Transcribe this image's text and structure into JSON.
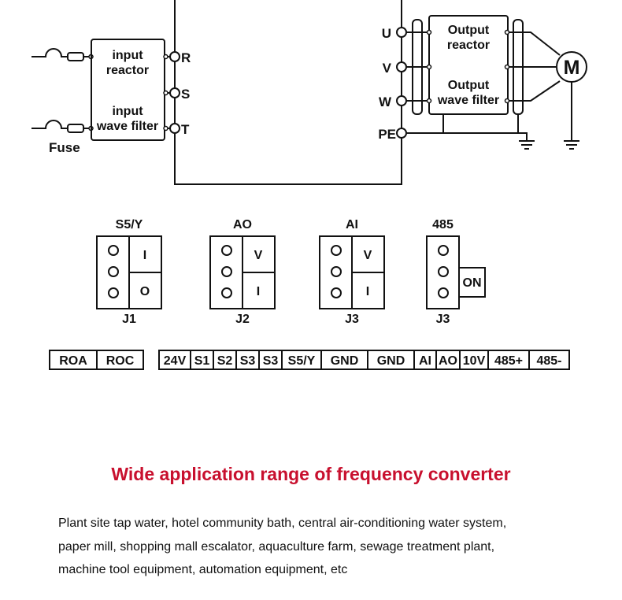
{
  "diagram": {
    "input_side": {
      "fuse_label": "Fuse",
      "box_labels": [
        "input",
        "reactor",
        "input",
        "wave filter"
      ],
      "terminals": [
        "R",
        "S",
        "T"
      ]
    },
    "output_side": {
      "terminals": [
        "U",
        "V",
        "W",
        "PE"
      ],
      "box_labels": [
        "Output",
        "reactor",
        "Output",
        "wave filter"
      ],
      "motor_label": "M"
    },
    "jumpers": [
      {
        "title": "S5/Y",
        "id": "J1",
        "cells": [
          "I",
          "O"
        ]
      },
      {
        "title": "AO",
        "id": "J2",
        "cells": [
          "V",
          "I"
        ]
      },
      {
        "title": "AI",
        "id": "J3",
        "cells": [
          "V",
          "I"
        ]
      },
      {
        "title": "485",
        "id": "J3",
        "switch": "ON"
      }
    ],
    "relay_terminals": [
      "ROA",
      "ROC"
    ],
    "control_terminals": [
      "24V",
      "S1",
      "S2",
      "S3",
      "S3",
      "S5/Y",
      "GND",
      "GND",
      "AI",
      "AO",
      "10V",
      "485+",
      "485-"
    ]
  },
  "section": {
    "title": "Wide application range of frequency converter",
    "title_color": "#c8102e",
    "description_lines": [
      "Plant site tap water, hotel community bath, central air-conditioning water system,",
      "paper mill, shopping mall escalator, aquaculture farm, sewage treatment plant,",
      "machine tool equipment, automation equipment, etc"
    ]
  }
}
